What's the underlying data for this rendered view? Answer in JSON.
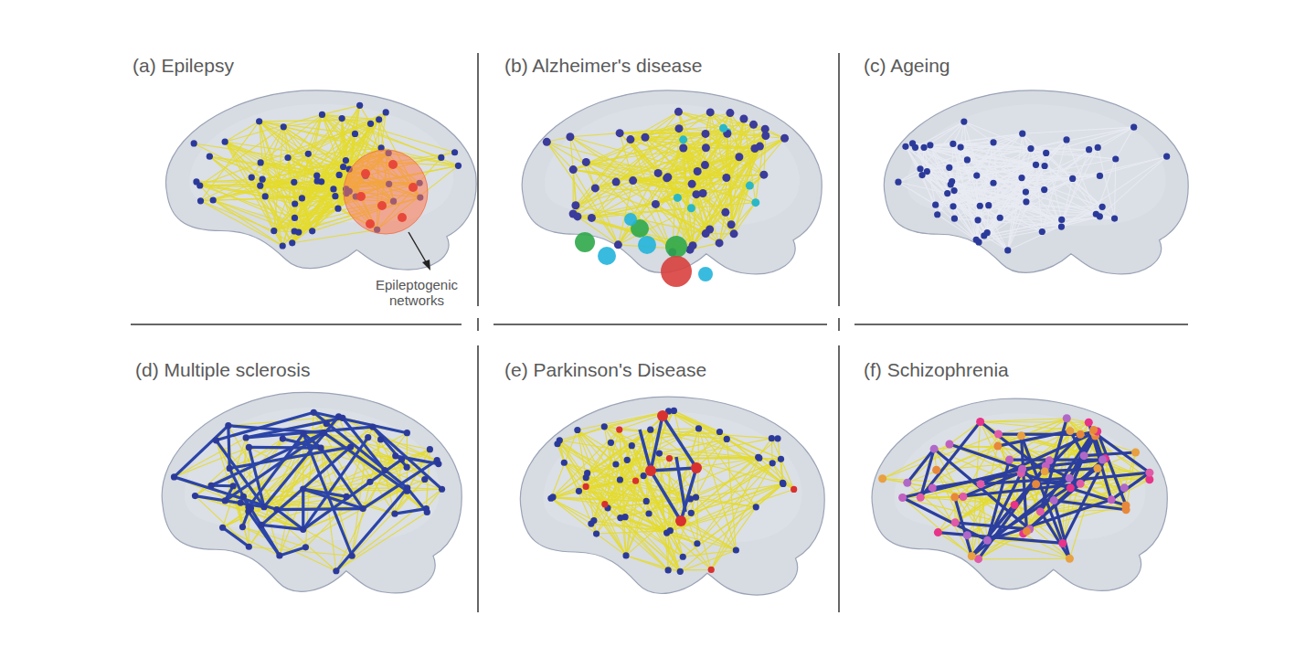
{
  "diagram": {
    "labels": [
      "(a) Epilepsy",
      "(b) Alzheimer's disease",
      "(c) Ageing",
      "(d) Multiple sclerosis",
      "(e) Parkinson's Disease",
      "(f) Schizophrenia",
      "Epileptogenic networks"
    ]
  }
}
